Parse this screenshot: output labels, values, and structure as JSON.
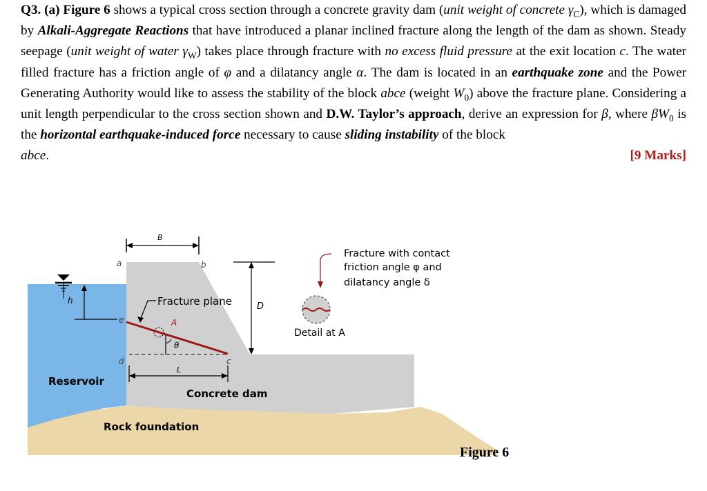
{
  "question": {
    "id": "Q3. (a)",
    "fig_ref": "Figure 6",
    "t1": " shows a typical cross section through a concrete gravity dam (",
    "t2": "unit weight of concrete",
    "sym_gc": "γ",
    "sub_c": "C",
    "t3": "), which is damaged by ",
    "t4": "Alkali-Aggregate Reactions",
    "t5": " that have introduced a planar inclined fracture along the length of the dam as shown. Steady seepage (",
    "t6": "unit weight of water",
    "sym_gw": "γ",
    "sub_w": "W",
    "t7": ") takes place through fracture with ",
    "t8": "no excess fluid pressure",
    "t9": " at the exit location ",
    "t10": "c",
    "t11": ". The water filled fracture has a friction angle of ",
    "t12": "φ",
    "t13": " and a dilatancy angle ",
    "t14": "α",
    "t15": ". The dam is located in an ",
    "t16": "earthquake zone",
    "t17": " and the Power Generating Authority would like to assess the stability of the block ",
    "t18": "abce",
    "t19": " (weight ",
    "t20": "W",
    "t20sub": "0",
    "t21": ") above the fracture plane. Considering a unit length perpendicular to the cross section shown and ",
    "t22": "D.W. Taylor’s approach",
    "t23": ", derive an expression for ",
    "t24": "β",
    "t25": ", where ",
    "t26": "βW",
    "t26sub": "0",
    "t27": " is the ",
    "t28": "horizontal earthquake-induced force",
    "t29": " necessary to cause ",
    "t30": "sliding instability",
    "t31": " of the block ",
    "t32": "abce",
    "t33": ".",
    "marks": "[9 Marks]"
  },
  "figure": {
    "label_B": "B",
    "label_a": "a",
    "label_b": "b",
    "label_h": "h",
    "label_e": "e",
    "label_d": "d",
    "label_c": "c",
    "label_A": "A",
    "label_theta": "θ",
    "label_L": "L",
    "label_D": "D",
    "fracture_plane": "Fracture plane",
    "detail_text_1": "Fracture with contact",
    "detail_text_2": "friction angle φ and",
    "detail_text_3": "dilatancy angle δ",
    "detail_at": "Detail at A",
    "reservoir": "Reservoir",
    "concrete_dam": "Concrete dam",
    "rock_foundation": "Rock foundation",
    "caption": "Figure 6",
    "colors": {
      "water": "#7ab6e8",
      "concrete": "#d0d0d0",
      "rock": "#ecd7a8",
      "fracture": "#a01515"
    }
  }
}
